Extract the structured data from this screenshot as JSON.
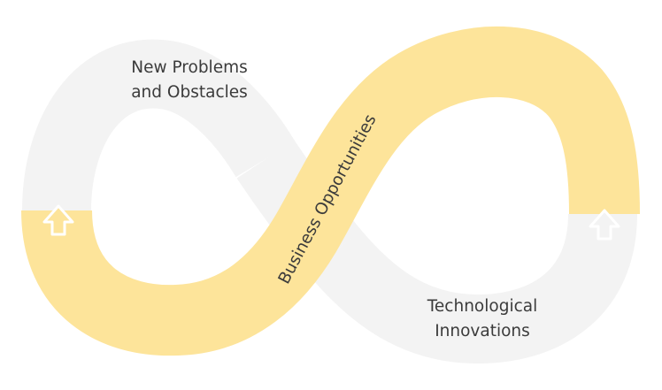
{
  "diagram": {
    "colors": {
      "background": "#ffffff",
      "gray_band": "#f3f3f3",
      "yellow_band": "#fde49a",
      "text": "#3b3b3b"
    },
    "labels": {
      "problems_line1": "New Problems",
      "problems_line2": "and Obstacles",
      "opportunities": "Business Opportunities",
      "innovations_line1": "Technological",
      "innovations_line2": "Innovations"
    },
    "icons": [
      "up-arrow-icon",
      "up-arrow-icon"
    ]
  }
}
